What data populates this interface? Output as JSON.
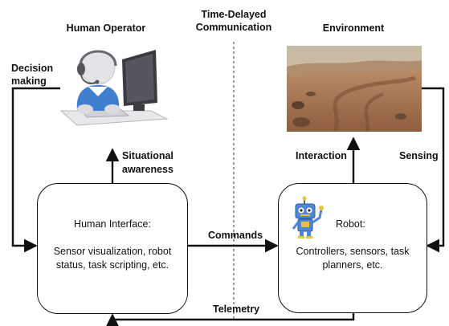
{
  "labels": {
    "human_operator": "Human Operator",
    "time_delayed": "Time-Delayed",
    "communication": "Communication",
    "environment": "Environment",
    "decision_1": "Decision",
    "decision_2": "making",
    "situational_1": "Situational",
    "situational_2": "awareness",
    "interaction": "Interaction",
    "sensing": "Sensing",
    "commands": "Commands",
    "telemetry": "Telemetry"
  },
  "human_interface": {
    "title": "Human Interface:",
    "line1": "Sensor visualization, robot",
    "line2": "status, task scripting, etc."
  },
  "robot": {
    "title": "Robot:",
    "line1": "Controllers, sensors, task",
    "line2": "planners, etc."
  },
  "icons": {
    "operator": "headset-operator-at-computer-icon",
    "robot": "blue-robot-icon",
    "environment": "martian-terrain-photo"
  }
}
